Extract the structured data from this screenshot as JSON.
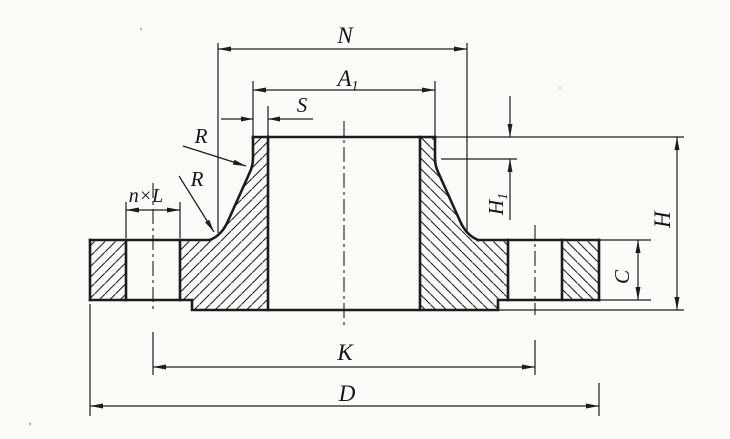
{
  "diagram": {
    "type": "engineering-drawing",
    "subject": "weld-neck flange cross-section",
    "colors": {
      "ink": "#1c1c1c",
      "paper": "#fbfbf8"
    },
    "labels": {
      "hub_base_diameter": "N",
      "neck_outer_diameter_base": "A",
      "neck_outer_diameter_sub": "1",
      "neck_wall_thickness": "S",
      "radius_upper": "R",
      "radius_lower": "R",
      "bolt_holes": "n×L",
      "neck_straight_height_base": "H",
      "neck_straight_height_sub": "1",
      "total_height": "H",
      "flange_thickness": "C",
      "bolt_circle_diameter": "K",
      "flange_outer_diameter": "D"
    }
  }
}
